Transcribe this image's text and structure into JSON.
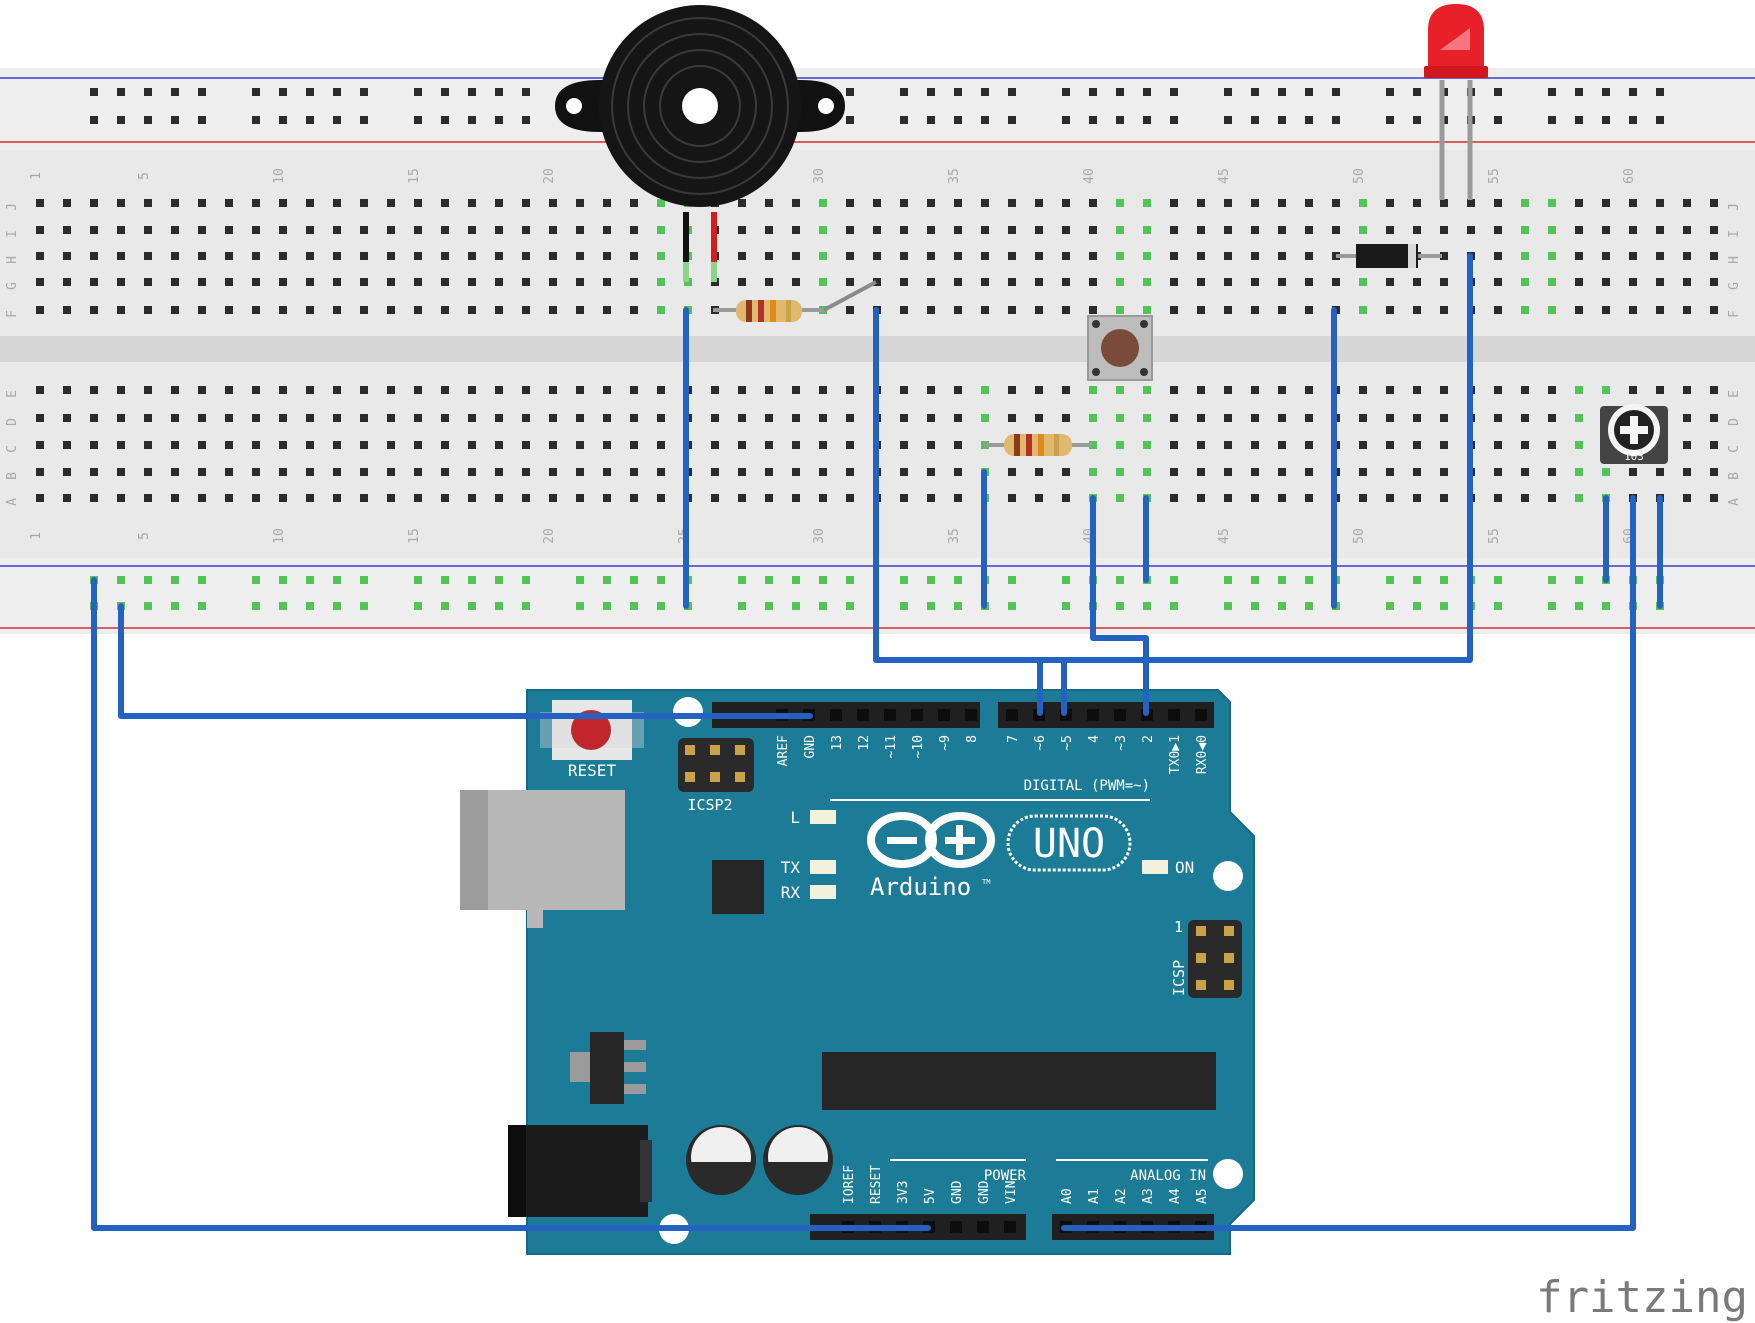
{
  "breadboard": {
    "row_letters_top": [
      "J",
      "I",
      "H",
      "G",
      "F"
    ],
    "row_letters_bottom": [
      "E",
      "D",
      "C",
      "B",
      "A"
    ],
    "column_numbers": [
      "1",
      "5",
      "10",
      "15",
      "20",
      "25",
      "30",
      "35",
      "40",
      "45",
      "50",
      "55",
      "60"
    ]
  },
  "arduino": {
    "reset_label": "RESET",
    "icsp2_label": "ICSP2",
    "icsp_label": "ICSP",
    "icsp_pin1": "1",
    "digital_label": "DIGITAL (PWM=~)",
    "digital_pins": [
      "AREF",
      "GND",
      "13",
      "12",
      "~11",
      "~10",
      "~9",
      "8",
      "7",
      "~6",
      "~5",
      "4",
      "~3",
      "2",
      "TX0▶1",
      "RX0◀0"
    ],
    "led_l": "L",
    "led_tx": "TX",
    "led_rx": "RX",
    "led_on": "ON",
    "brand": "Arduino",
    "tm": "TM",
    "model": "UNO",
    "power_label": "POWER",
    "power_pins": [
      "IOREF",
      "RESET",
      "3V3",
      "5V",
      "GND",
      "GND",
      "VIN"
    ],
    "analog_label": "ANALOG IN",
    "analog_pins": [
      "A0",
      "A1",
      "A2",
      "A3",
      "A4",
      "A5"
    ]
  },
  "potentiometer": {
    "marking": "103"
  },
  "watermark": "fritzing",
  "colors": {
    "wire": "#2462c2",
    "board": "#1c7c98",
    "breadboard": "#e6e6e6",
    "rail_blue": "#3b3ec9",
    "rail_red": "#d42b2b",
    "hole_connected": "#52c455",
    "led_red": "#e8202a"
  }
}
